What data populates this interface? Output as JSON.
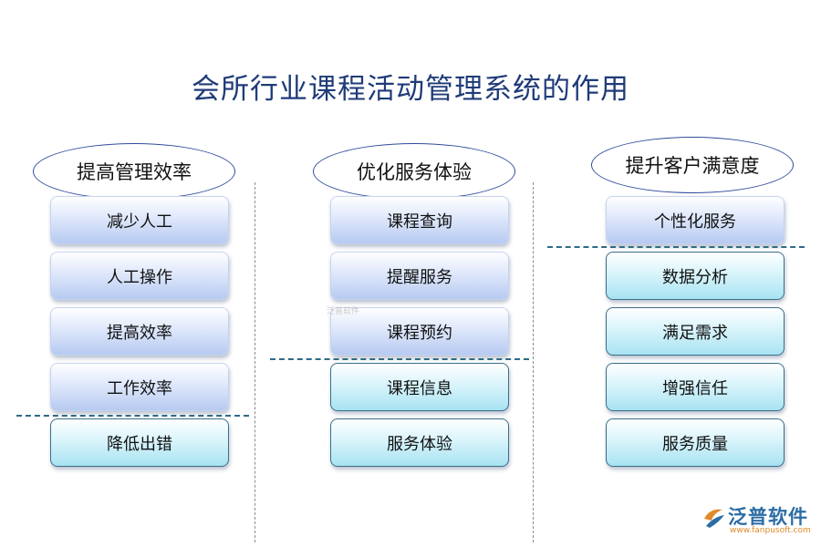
{
  "title": "会所行业课程活动管理系统的作用",
  "columns": [
    {
      "heading": "提高管理效率",
      "items": [
        "减少人工",
        "人工操作",
        "提高效率",
        "工作效率",
        "降低出错"
      ]
    },
    {
      "heading": "优化服务体验",
      "items": [
        "课程查询",
        "提醒服务",
        "课程预约",
        "课程信息",
        "服务体验"
      ]
    },
    {
      "heading": "提升客户满意度",
      "items": [
        "个性化服务",
        "数据分析",
        "满足需求",
        "增强信任",
        "服务质量"
      ]
    }
  ],
  "watermark": "泛普软件",
  "logo": {
    "text": "泛普软件",
    "url": "www.fanpusoft.com"
  },
  "colors": {
    "title": "#1f3b78",
    "ellipse_border": "#2f4c9c",
    "box_blue": "#b6caf1",
    "box_cyan": "#a8e3f2",
    "divider": "#2e6b86"
  }
}
